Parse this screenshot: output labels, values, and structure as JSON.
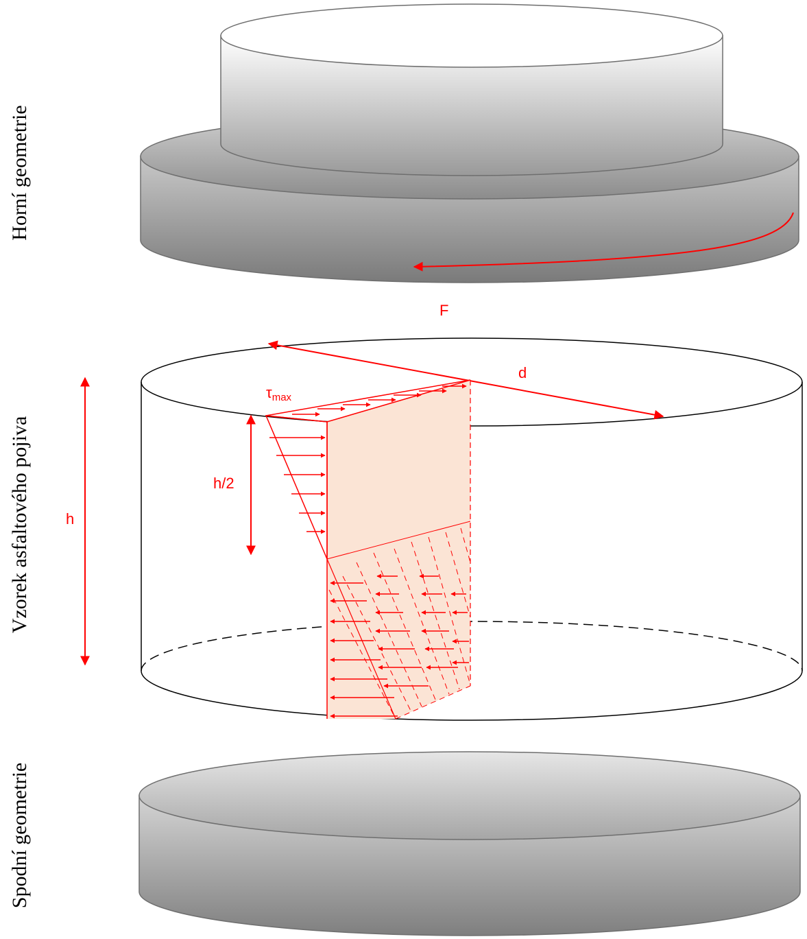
{
  "labels": {
    "upper_geometry": "Horní geometrie",
    "sample": "Vzorek asfaltového pojiva",
    "lower_geometry": "Spodní geometrie",
    "force": "F",
    "diameter": "d",
    "height": "h",
    "half_height": "h/2",
    "tau": "τ",
    "tau_sub": "max"
  },
  "colors": {
    "accent": "#ff0000",
    "shear_fill": "#fbe4d5",
    "plate_dark": "#7f7f7f",
    "plate_light": "#d9d9d9"
  }
}
